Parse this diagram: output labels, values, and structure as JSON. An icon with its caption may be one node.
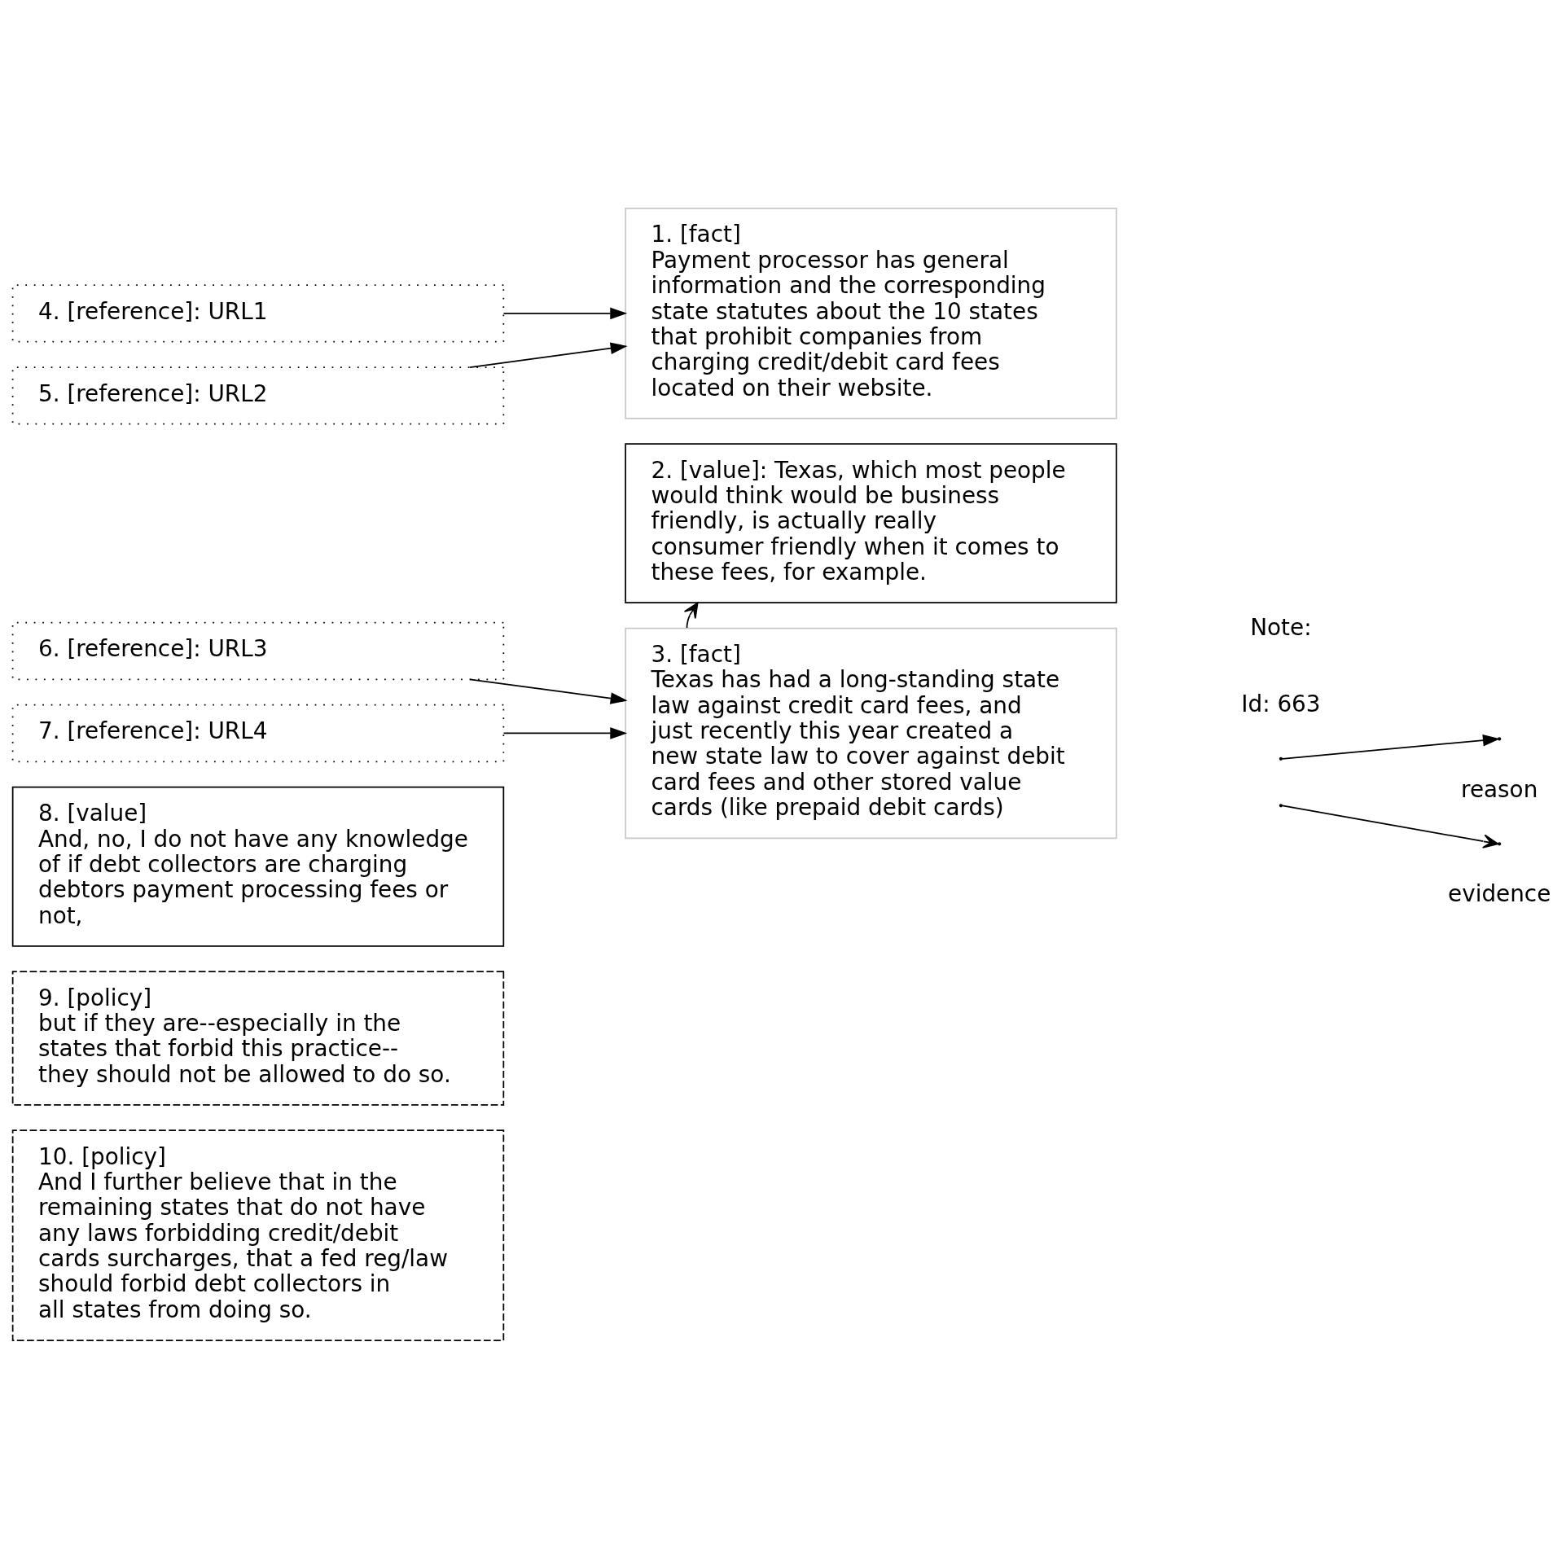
{
  "diagram": {
    "nodes": [
      {
        "text": [
          "1. [fact]",
          "Payment processor has general information and the corresponding state statutes about the 10 states that prohibit companies from charging credit/debit card fees located on their website."
        ]
      },
      {
        "text": [
          "2. [value]: Texas, which most people would think would be business friendly, is actually really consumer friendly when it comes to these fees, for example."
        ]
      },
      {
        "text": [
          "3. [fact]",
          "Texas has had a long-standing state law against credit card fees, and just recently this year created a new state law to cover against debit card fees and other stored value cards (like prepaid debit cards)"
        ]
      },
      {
        "text": [
          "4. [reference]: URL1"
        ]
      },
      {
        "text": [
          "5. [reference]: URL2"
        ]
      },
      {
        "text": [
          "6. [reference]: URL3"
        ]
      },
      {
        "text": [
          "7. [reference]: URL4"
        ]
      },
      {
        "text": [
          "8. [value]",
          "And, no, I do not have any knowledge of if debt collectors are charging debtors payment processing fees or not,"
        ]
      },
      {
        "text": [
          "9. [policy]",
          "but if they are--especially in the states that forbid this practice--they should not be allowed to do so."
        ]
      },
      {
        "text": [
          "10. [policy]",
          " And I further believe that in the remaining states that do not have any laws forbidding credit/debit cards surcharges, that a fed reg/law should forbid debt collectors in all states from doing so."
        ]
      }
    ],
    "edges": [
      {
        "from": 3,
        "to": 0,
        "arrow": "to"
      },
      {
        "from": 4,
        "to": 0,
        "arrow": "to"
      },
      {
        "from": 5,
        "to": 2,
        "arrow": "to"
      },
      {
        "from": 6,
        "to": 2,
        "arrow": "to"
      },
      {
        "from": 2,
        "to": 1,
        "arrow": "to"
      }
    ],
    "labels": [
      "Note:",
      "Id: 663"
    ],
    "legend": [
      {
        "text": "reason"
      },
      {
        "text": "evidence"
      }
    ]
  }
}
